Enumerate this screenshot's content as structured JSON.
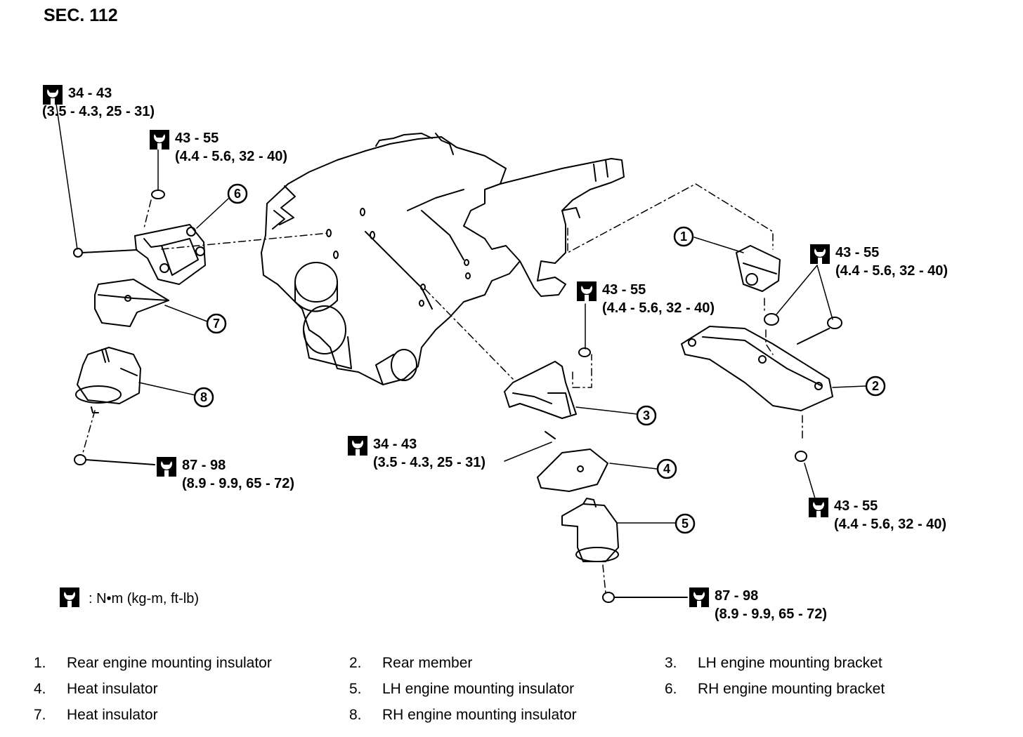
{
  "section": "SEC. 112",
  "torque_specs": [
    {
      "id": "t1",
      "value": "34 - 43",
      "detail": "(3.5 - 4.3, 25 - 31)"
    },
    {
      "id": "t2",
      "value": "43 - 55",
      "detail": "(4.4 - 5.6, 32 - 40)"
    },
    {
      "id": "t3",
      "value": "43 - 55",
      "detail": "(4.4 - 5.6, 32 - 40)"
    },
    {
      "id": "t4",
      "value": "43 - 55",
      "detail": "(4.4 - 5.6, 32 - 40)"
    },
    {
      "id": "t5",
      "value": "34 - 43",
      "detail": "(3.5 - 4.3, 25 - 31)"
    },
    {
      "id": "t6",
      "value": "87 - 98",
      "detail": "(8.9 - 9.9, 65 - 72)"
    },
    {
      "id": "t7",
      "value": "43 - 55",
      "detail": "(4.4 - 5.6, 32 - 40)"
    },
    {
      "id": "t8",
      "value": "87 - 98",
      "detail": "(8.9 - 9.9, 65 - 72)"
    }
  ],
  "units_legend": ":  N•m  (kg-m,  ft-lb)",
  "callouts": [
    "1",
    "2",
    "3",
    "4",
    "5",
    "6",
    "7",
    "8"
  ],
  "parts": [
    {
      "num": "1.",
      "name": "Rear engine mounting insulator"
    },
    {
      "num": "2.",
      "name": "Rear member"
    },
    {
      "num": "3.",
      "name": "LH engine mounting bracket"
    },
    {
      "num": "4.",
      "name": "Heat insulator"
    },
    {
      "num": "5.",
      "name": "LH engine mounting insulator"
    },
    {
      "num": "6.",
      "name": "RH engine mounting bracket"
    },
    {
      "num": "7.",
      "name": "Heat insulator"
    },
    {
      "num": "8.",
      "name": "RH engine mounting insulator"
    }
  ],
  "icons": {
    "torque": "torque-wrench-icon"
  }
}
